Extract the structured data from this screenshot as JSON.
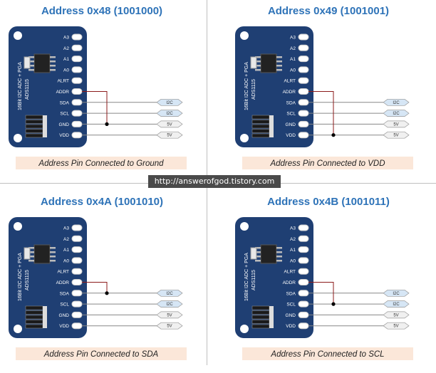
{
  "quadrants": [
    {
      "title": "Address 0x48 (1001000)",
      "caption": "Address Pin Connected to Ground",
      "addr_target": "GND",
      "board_label": "16Bit I2C ADC + PGA",
      "chip_label": "ADS1115",
      "pins": [
        "A3",
        "A2",
        "A1",
        "A0",
        "ALRT",
        "ADDR",
        "SDA",
        "SCL",
        "GND",
        "VDD"
      ],
      "tags": [
        "I2C",
        "I2C",
        "5V",
        "5V"
      ]
    },
    {
      "title": "Address 0x49 (1001001)",
      "caption": "Address Pin Connected to VDD",
      "addr_target": "VDD",
      "board_label": "16Bit I2C ADC + PGA",
      "chip_label": "ADS1115",
      "pins": [
        "A3",
        "A2",
        "A1",
        "A0",
        "ALRT",
        "ADDR",
        "SDA",
        "SCL",
        "GND",
        "VDD"
      ],
      "tags": [
        "I2C",
        "I2C",
        "5V",
        "5V"
      ]
    },
    {
      "title": "Address 0x4A (1001010)",
      "caption": "Address Pin Connected to SDA",
      "addr_target": "SDA",
      "board_label": "16Bit I2C ADC + PGA",
      "chip_label": "ADS1115",
      "pins": [
        "A3",
        "A2",
        "A1",
        "A0",
        "ALRT",
        "ADDR",
        "SDA",
        "SCL",
        "GND",
        "VDD"
      ],
      "tags": [
        "I2C",
        "I2C",
        "5V",
        "5V"
      ]
    },
    {
      "title": "Address 0x4B (1001011)",
      "caption": "Address Pin Connected to SCL",
      "addr_target": "SCL",
      "board_label": "16Bit I2C ADC + PGA",
      "chip_label": "ADS1115",
      "pins": [
        "A3",
        "A2",
        "A1",
        "A0",
        "ALRT",
        "ADDR",
        "SDA",
        "SCL",
        "GND",
        "VDD"
      ],
      "tags": [
        "I2C",
        "I2C",
        "5V",
        "5V"
      ]
    }
  ],
  "watermark": "http://answerofgod.tistory.com",
  "colors": {
    "title": "#2e73b8",
    "board": "#1f3f73",
    "caption_bg": "#fbe7d9",
    "i2c_tag": "#d6e6f5",
    "v5_tag": "#f0f0f0",
    "addr_wire": "#8b1a1a"
  }
}
